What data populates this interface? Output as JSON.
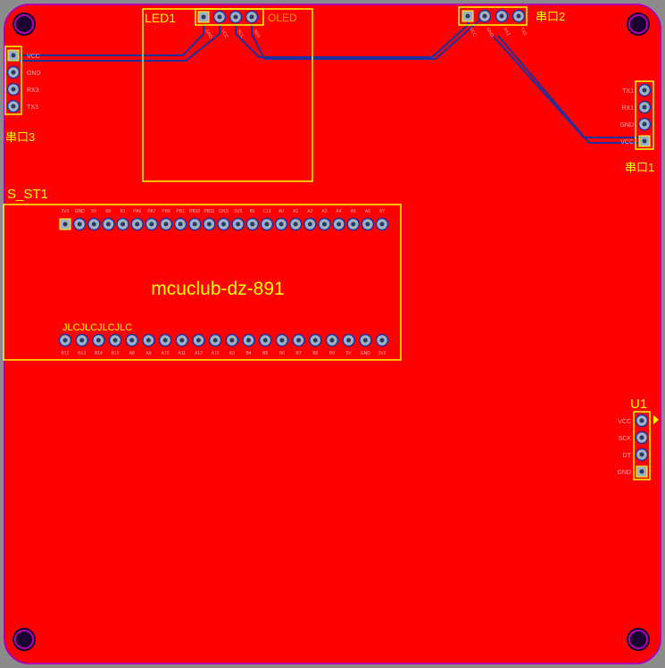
{
  "board": {
    "brand": "mcuclub-dz-891",
    "colors": {
      "copper": "#ff0000",
      "outline": "#b000b0",
      "silk": "#ffff00",
      "pad": "#9fb0c0",
      "trace": "#1f2fa0",
      "background": "#8c8c8c"
    }
  },
  "components": {
    "led1": {
      "designator": "LED1",
      "name": "OLED",
      "pins": [
        "GND",
        "VCC",
        "SCL",
        "SDA"
      ]
    },
    "chuankou2": {
      "designator": "串口2",
      "pins": [
        "VCC",
        "GND",
        "RX2",
        "TX2"
      ]
    },
    "chuankou3": {
      "designator": "串口3",
      "pins": [
        "VCC",
        "GND",
        "RX3",
        "TX3"
      ]
    },
    "chuankou1": {
      "designator": "串口1",
      "pins": [
        "TX1",
        "RX1",
        "GND",
        "VCC"
      ]
    },
    "s_st1": {
      "designator": "S_ST1",
      "top_pins": [
        "3V3",
        "GND",
        "5V",
        "B0",
        "B1",
        "PA6",
        "PA7",
        "PB0",
        "PB1",
        "PB10",
        "PB11",
        "GND",
        "3V3",
        "B1",
        "C13",
        "A0",
        "A1",
        "A2",
        "A3",
        "A4",
        "A5",
        "A6",
        "A7"
      ],
      "bottom_pins": [
        "B12",
        "B13",
        "B14",
        "B15",
        "A8",
        "A9",
        "A10",
        "A11",
        "A12",
        "A15",
        "B3",
        "B4",
        "B5",
        "B6",
        "B7",
        "B8",
        "B9",
        "5V",
        "GND",
        "3V3"
      ],
      "jlc_mark": "JLCJLCJLCJLC"
    },
    "u1": {
      "designator": "U1",
      "pins": [
        "VCC",
        "SCK",
        "DT",
        "GND"
      ]
    }
  }
}
